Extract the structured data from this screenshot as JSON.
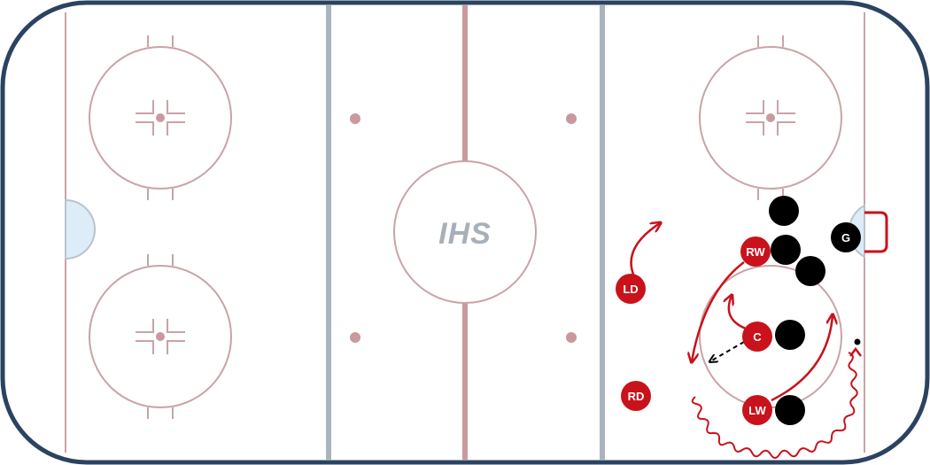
{
  "logo": {
    "text": "IHS"
  },
  "colors": {
    "rink_border": "#2b4360",
    "rink_lines": "#c9a3a7",
    "center_line": "#c9999e",
    "blue_lines": "#a9b4be",
    "crease_fill": "#dcedf7",
    "crease_stroke": "#b9c3cc",
    "attack_red": "#c9121b",
    "defense_black": "#000000"
  },
  "players": [
    {
      "id": "LD",
      "label": "LD",
      "team": "attack"
    },
    {
      "id": "RD",
      "label": "RD",
      "team": "attack"
    },
    {
      "id": "RW",
      "label": "RW",
      "team": "attack"
    },
    {
      "id": "C",
      "label": "C",
      "team": "attack"
    },
    {
      "id": "LW",
      "label": "LW",
      "team": "attack"
    },
    {
      "id": "G",
      "label": "G",
      "team": "defense"
    }
  ],
  "defenders_unlabeled": 5,
  "puck": {
    "visible": true
  }
}
